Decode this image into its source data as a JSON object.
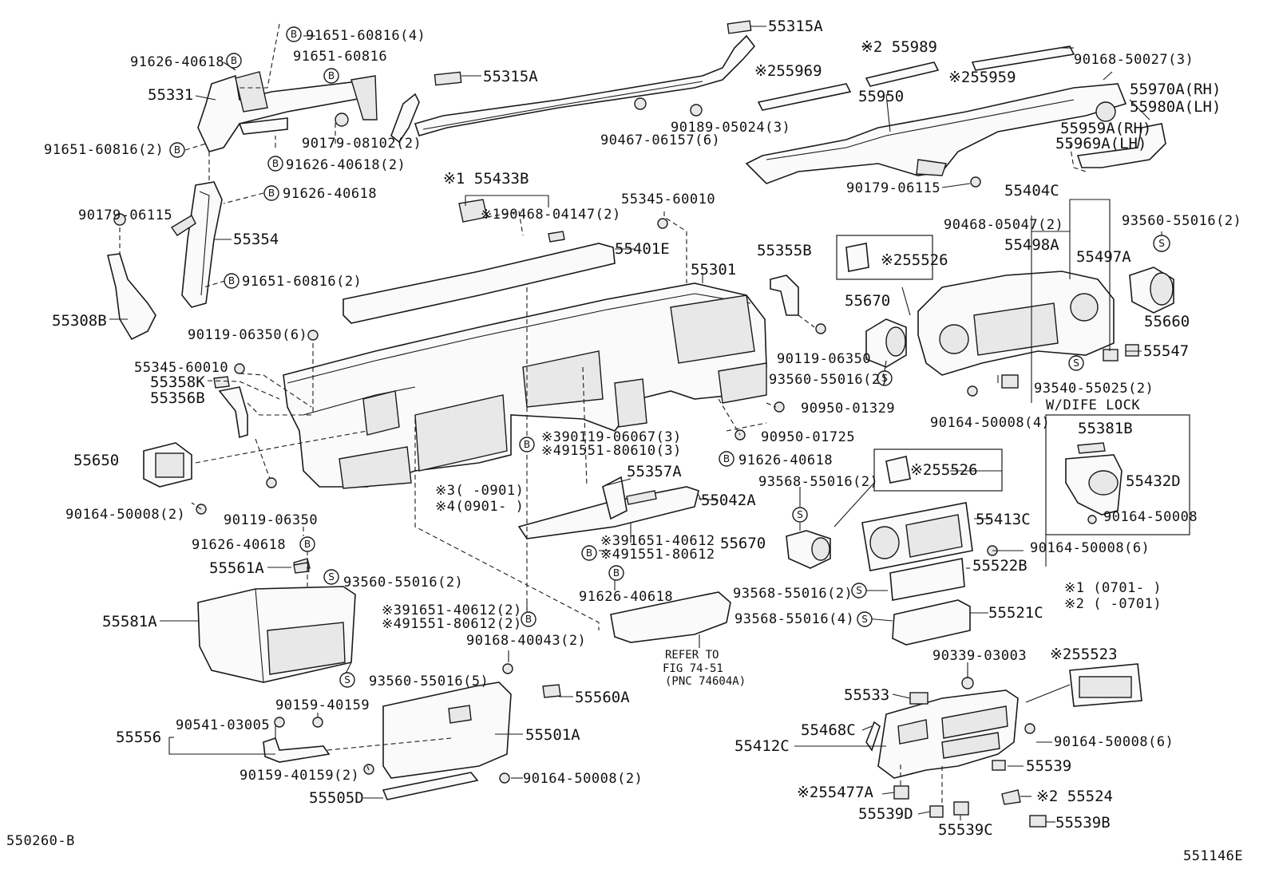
{
  "labels": {
    "l55315A_top": "55315A",
    "l55315A_mid": "55315A",
    "l91651_60816_4": "91651-60816(4)",
    "l91651_60816": "91651-60816",
    "l91626_40618_a": "91626-40618",
    "l55331": "55331",
    "l91651_60816_2a": "91651-60816(2)",
    "l90179_08102_2": "90179-08102(2)",
    "l91626_40618_2": "91626-40618(2)",
    "l91626_40618_b": "91626-40618",
    "l90179_06115_a": "90179-06115",
    "l55354": "55354",
    "l91651_60816_2b": "91651-60816(2)",
    "l55308B": "55308B",
    "l90467_06157_6": "90467-06157(6)",
    "l90189_05024_3": "90189-05024(3)",
    "l55989": "※2 55989",
    "l55969": "※255969",
    "l55959": "※255959",
    "l90168_50027_3": "90168-50027(3)",
    "l55970A": "55970A(RH)",
    "l55980A": "55980A(LH)",
    "l55950": "55950",
    "l55959A": "55959A(RH)",
    "l55969A": "55969A(LH)",
    "l90179_06115_b": "90179-06115",
    "l55433B": "※1 55433B",
    "l90468_04147_2": "※190468-04147(2)",
    "l55345_60010_a": "55345-60010",
    "l55401E": "55401E",
    "l55301": "55301",
    "l55404C": "55404C",
    "l90468_05047_2": "90468-05047(2)",
    "l93560_55016_2a": "93560-55016(2)",
    "l55355B": "55355B",
    "l55526_a": "※255526",
    "l55498A": "55498A",
    "l55497A": "55497A",
    "l55670_a": "55670",
    "l55660": "55660",
    "l90119_06350_6": "90119-06350(6)",
    "l90119_06350_a": "90119-06350",
    "l55547": "55547",
    "l55345_60010_b": "55345-60010",
    "l55358K": "55358K",
    "l55356B": "55356B",
    "l93560_55016_2b": "93560-55016(2)",
    "l93540_55025_2": "93540-55025(2)",
    "l90950_01329": "90950-01329",
    "l90164_50008_4": "90164-50008(4)",
    "l_wdife": "W/DIFE LOCK",
    "l90119_06067_3": "※390119-06067(3)",
    "l91551_80610_3": "※491551-80610(3)",
    "l90950_01725": "90950-01725",
    "l55381B": "55381B",
    "l55650": "55650",
    "l91626_40618_c": "91626-40618",
    "l55432D": "55432D",
    "l55357A": "55357A",
    "l93568_55016_2a": "93568-55016(2)",
    "l55526_b": "※255526",
    "l90164_50008_2a": "90164-50008(2)",
    "l55042A": "55042A",
    "l90164_50008_a": "90164-50008",
    "l_ref3": "※3(    -0901)",
    "l_ref4": "※4(0901-     )",
    "l90119_06350_b": "90119-06350",
    "l55413C": "55413C",
    "l91651_40612": "※391651-40612",
    "l55670_b": "55670",
    "l91626_40618_d": "91626-40618",
    "l91551_80612": "※491551-80612",
    "l90164_50008_6a": "90164-50008(6)",
    "l55561A": "55561A",
    "l93560_55016_2c": "93560-55016(2)",
    "l55522B": "55522B",
    "l_ref1": "※1 (0701-      )",
    "l_ref2": "※2 (       -0701)",
    "l91626_40618_e": "91626-40618",
    "l93568_55016_2b": "93568-55016(2)",
    "l55581A": "55581A",
    "l91651_40612_2": "※391651-40612(2)",
    "l91551_80612_2": "※491551-80612(2)",
    "l93568_55016_4": "93568-55016(4)",
    "l55521C": "55521C",
    "l90168_40043_2": "90168-40043(2)",
    "l_refer1": "REFER TO",
    "l_refer2": "FIG 74-51",
    "l_refer3": "(PNC 74604A)",
    "l93560_55016_5": "93560-55016(5)",
    "l90339_03003": "90339-03003",
    "l55523": "※255523",
    "l90159_40159": "90159-40159",
    "l55560A": "55560A",
    "l55533": "55533",
    "l55556": "55556",
    "l90541_03005": "90541-03005",
    "l55501A": "55501A",
    "l55468C": "55468C",
    "l90164_50008_6b": "90164-50008(6)",
    "l55412C": "55412C",
    "l90159_40159_2": "90159-40159(2)",
    "l90164_50008_2b": "90164-50008(2)",
    "l55539": "55539",
    "l55505D": "55505D",
    "l55477A": "※255477A",
    "l55524": "※2 55524",
    "l55539D": "55539D",
    "l55539C": "55539C",
    "l55539B": "55539B",
    "l550260B": "550260-B",
    "l551146E": "551146E"
  },
  "symbols": {
    "B": "B",
    "S": "S"
  }
}
